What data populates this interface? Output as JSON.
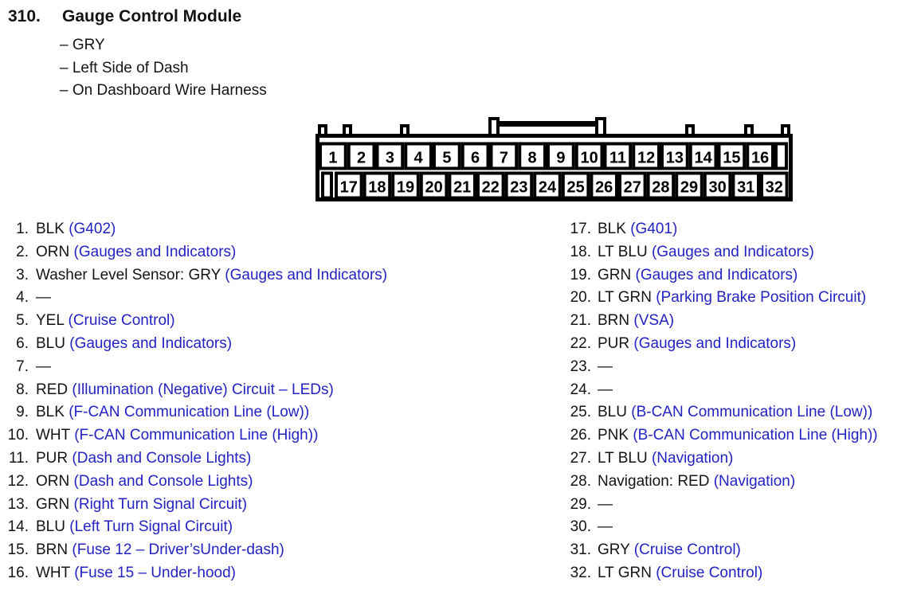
{
  "header": {
    "number": "310.",
    "title": "Gauge Control Module",
    "details": [
      "– GRY",
      "– Left Side of Dash",
      "– On Dashboard Wire Harness"
    ]
  },
  "connector": {
    "top_row_pins": [
      "1",
      "2",
      "3",
      "4",
      "5",
      "6",
      "7",
      "8",
      "9",
      "10",
      "11",
      "12",
      "13",
      "14",
      "15",
      "16"
    ],
    "bottom_row_pins": [
      "17",
      "18",
      "19",
      "20",
      "21",
      "22",
      "23",
      "24",
      "25",
      "26",
      "27",
      "28",
      "29",
      "30",
      "31",
      "32"
    ]
  },
  "pins_left": [
    {
      "num": "1.",
      "wire": "BLK",
      "circuit": "(G402)"
    },
    {
      "num": "2.",
      "wire": "ORN",
      "circuit": "(Gauges and Indicators)"
    },
    {
      "num": "3.",
      "wire": "Washer Level Sensor: GRY",
      "circuit": "(Gauges and Indicators)"
    },
    {
      "num": "4.",
      "wire": "—",
      "circuit": ""
    },
    {
      "num": "5.",
      "wire": "YEL",
      "circuit": "(Cruise Control)"
    },
    {
      "num": "6.",
      "wire": "BLU",
      "circuit": "(Gauges and Indicators)"
    },
    {
      "num": "7.",
      "wire": "—",
      "circuit": ""
    },
    {
      "num": "8.",
      "wire": "RED",
      "circuit": "(Illumination (Negative) Circuit – LEDs)"
    },
    {
      "num": "9.",
      "wire": "BLK",
      "circuit": "(F-CAN Communication Line (Low))"
    },
    {
      "num": "10.",
      "wire": "WHT",
      "circuit": "(F-CAN Communication Line (High))"
    },
    {
      "num": "11.",
      "wire": "PUR",
      "circuit": "(Dash and Console Lights)"
    },
    {
      "num": "12.",
      "wire": "ORN",
      "circuit": "(Dash and Console Lights)"
    },
    {
      "num": "13.",
      "wire": "GRN",
      "circuit": "(Right Turn Signal Circuit)"
    },
    {
      "num": "14.",
      "wire": "BLU",
      "circuit": "(Left Turn Signal Circuit)"
    },
    {
      "num": "15.",
      "wire": "BRN",
      "circuit": "(Fuse 12 – Driver’sUnder-dash)"
    },
    {
      "num": "16.",
      "wire": "WHT",
      "circuit": "(Fuse 15 – Under-hood)"
    }
  ],
  "pins_right": [
    {
      "num": "17.",
      "wire": "BLK",
      "circuit": "(G401)"
    },
    {
      "num": "18.",
      "wire": "LT BLU",
      "circuit": "(Gauges and Indicators)"
    },
    {
      "num": "19.",
      "wire": "GRN",
      "circuit": "(Gauges and Indicators)"
    },
    {
      "num": "20.",
      "wire": "LT GRN",
      "circuit": "(Parking Brake Position Circuit)"
    },
    {
      "num": "21.",
      "wire": "BRN",
      "circuit": "(VSA)"
    },
    {
      "num": "22.",
      "wire": "PUR",
      "circuit": "(Gauges and Indicators)"
    },
    {
      "num": "23.",
      "wire": "—",
      "circuit": ""
    },
    {
      "num": "24.",
      "wire": "—",
      "circuit": ""
    },
    {
      "num": "25.",
      "wire": "BLU",
      "circuit": "(B-CAN Communication Line (Low))"
    },
    {
      "num": "26.",
      "wire": "PNK",
      "circuit": "(B-CAN Communication Line (High))"
    },
    {
      "num": "27.",
      "wire": "LT BLU",
      "circuit": "(Navigation)"
    },
    {
      "num": "28.",
      "wire": "Navigation: RED",
      "circuit": "(Navigation)"
    },
    {
      "num": "29.",
      "wire": "—",
      "circuit": ""
    },
    {
      "num": "30.",
      "wire": "—",
      "circuit": ""
    },
    {
      "num": "31.",
      "wire": "GRY",
      "circuit": "(Cruise Control)"
    },
    {
      "num": "32.",
      "wire": "LT GRN",
      "circuit": "(Cruise Control)"
    }
  ],
  "colors": {
    "circuit_blue": "#2323c4",
    "ink": "#141414"
  }
}
